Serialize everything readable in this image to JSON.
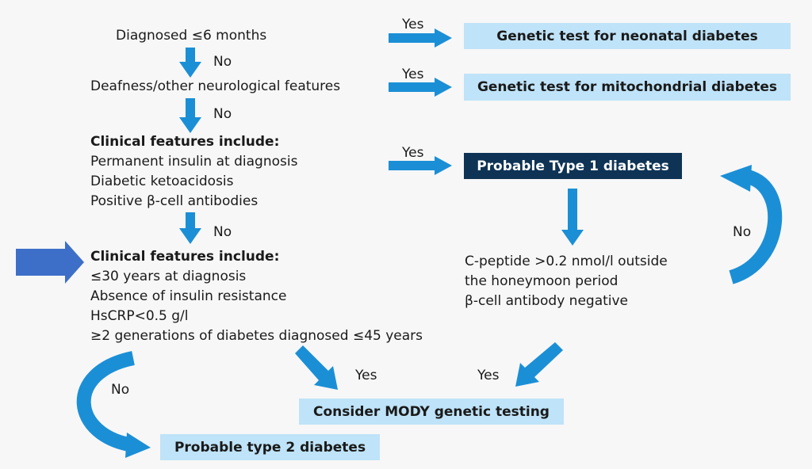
{
  "colors": {
    "arrow": "#1b8fd6",
    "left_arrow": "#3d6fc8",
    "box_light": "#bfe3f8",
    "box_dark": "#0e3355"
  },
  "steps": {
    "q1": "Diagnosed ≤6 months",
    "q2": "Deafness/other neurological features",
    "q3": {
      "heading": "Clinical features include:",
      "lines": [
        "Permanent insulin at diagnosis",
        "Diabetic ketoacidosis",
        "Positive β-cell antibodies"
      ]
    },
    "q4": {
      "heading": "Clinical features include:",
      "lines": [
        "≤30 years at diagnosis",
        "Absence of insulin resistance",
        "HsCRP<0.5 g/l",
        "≥2 generations of diabetes diagnosed ≤45 years"
      ]
    },
    "c_peptide": [
      "C-peptide >0.2 nmol/l outside",
      "the honeymoon period",
      "β-cell antibody negative"
    ]
  },
  "outcomes": {
    "neonatal": "Genetic test for neonatal diabetes",
    "mitochondrial": "Genetic test for mitochondrial diabetes",
    "type1": "Probable Type 1 diabetes",
    "mody": "Consider MODY genetic testing",
    "type2": "Probable type 2 diabetes"
  },
  "labels": {
    "yes": "Yes",
    "no": "No"
  }
}
